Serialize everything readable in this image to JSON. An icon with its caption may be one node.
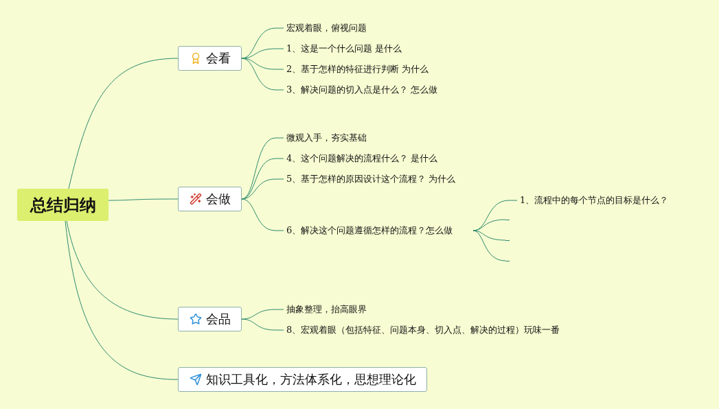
{
  "diagram": {
    "nodes": [
      {
        "text": [
          "总结归纳"
        ]
      },
      {
        "text": [
          "会看"
        ]
      },
      {
        "text": [
          "宏观着眼，俯视问题"
        ]
      },
      {
        "text": [
          "1、这是一个什么问题 是什么"
        ]
      },
      {
        "text": [
          "2、基于怎样的特征进行判断 为什么"
        ]
      },
      {
        "text": [
          "3、解决问题的切入点是什么？ 怎么做"
        ]
      },
      {
        "text": [
          "会做"
        ]
      },
      {
        "text": [
          "微观入手，夯实基础"
        ]
      },
      {
        "text": [
          "4、这个问题解决的流程什么？ 是什么"
        ]
      },
      {
        "text": [
          "5、基于怎样的原因设计这个流程？ 为什么"
        ]
      },
      {
        "text": [
          "6、解决这个问题遵循怎样的流程？怎么做"
        ]
      },
      {
        "text": [
          "1、流程中的每个节点的目标是什么？"
        ]
      },
      {
        "text": [],
        "shape": "line"
      },
      {
        "text": [],
        "shape": "line"
      },
      {
        "text": [],
        "shape": "line"
      },
      {
        "text": [
          "会品"
        ]
      },
      {
        "text": [
          "抽象整理，抬高眼界"
        ]
      },
      {
        "text": [
          "8、宏观着眼（包括特征、问题本身、切入点、解决的过程）玩味一番"
        ]
      },
      {
        "text": [
          "知识工具化，方法体系化，思想理论化"
        ]
      }
    ],
    "edges": [
      {
        "from": 0,
        "to": 1,
        "arrow": "none"
      },
      {
        "from": 1,
        "to": 2,
        "arrow": "none"
      },
      {
        "from": 1,
        "to": 3,
        "arrow": "none"
      },
      {
        "from": 1,
        "to": 4,
        "arrow": "none"
      },
      {
        "from": 1,
        "to": 5,
        "arrow": "none"
      },
      {
        "from": 0,
        "to": 6,
        "arrow": "none"
      },
      {
        "from": 6,
        "to": 7,
        "arrow": "none"
      },
      {
        "from": 6,
        "to": 8,
        "arrow": "none"
      },
      {
        "from": 6,
        "to": 9,
        "arrow": "none"
      },
      {
        "from": 6,
        "to": 10,
        "arrow": "none"
      },
      {
        "from": 10,
        "to": 11,
        "arrow": "none"
      },
      {
        "from": 10,
        "to": 12,
        "arrow": "none"
      },
      {
        "from": 10,
        "to": 13,
        "arrow": "none"
      },
      {
        "from": 10,
        "to": 14,
        "arrow": "none"
      },
      {
        "from": 0,
        "to": 15,
        "arrow": "none"
      },
      {
        "from": 15,
        "to": 16,
        "arrow": "none"
      },
      {
        "from": 15,
        "to": 17,
        "arrow": "none"
      },
      {
        "from": 0,
        "to": 18,
        "arrow": "none"
      }
    ]
  }
}
